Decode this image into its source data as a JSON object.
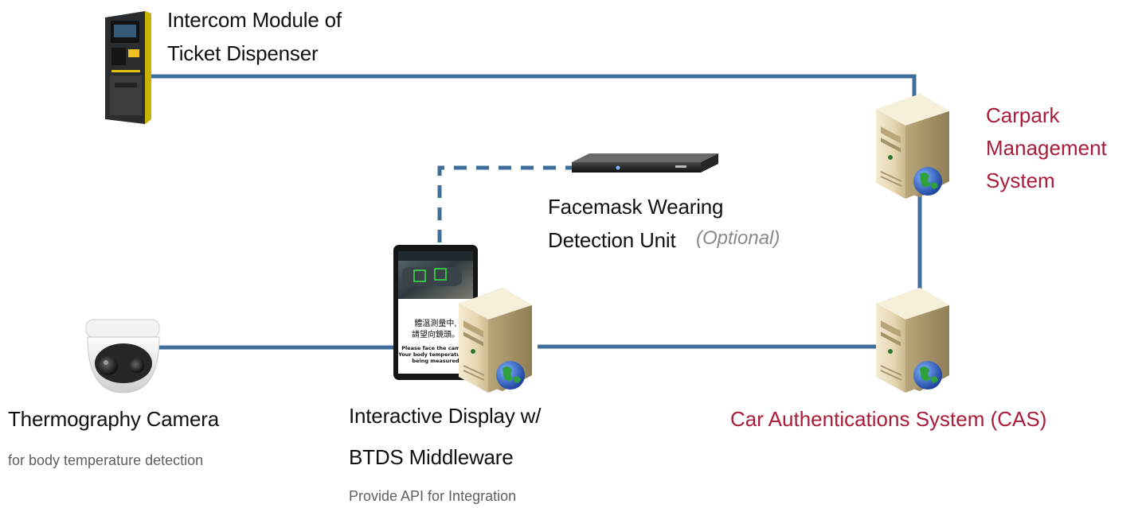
{
  "labels": {
    "intercom_line1": "Intercom Module of",
    "intercom_line2": "Ticket Dispenser",
    "cms_line1": "Carpark",
    "cms_line2": "Management",
    "cms_line3": "System",
    "facemask_line1": "Facemask Wearing",
    "facemask_line2": "Detection Unit",
    "facemask_optional": "(Optional)",
    "thermo_title": "Thermography Camera",
    "thermo_sub": "for body temperature detection",
    "display_line1": "Interactive Display w/",
    "display_line2": "BTDS Middleware",
    "display_sub": "Provide API for Integration",
    "cas": "Car Authentications System (CAS)"
  },
  "screen_text": {
    "chinese_1": "體溫測量中,",
    "chinese_2": "請望向鏡頭。",
    "english_1": "Please face the camera",
    "english_2": "Your body temperature is",
    "english_3": "being measured"
  },
  "colors": {
    "connector": "#3f6e9a",
    "label_dark": "#111111",
    "label_red": "#a81c3a",
    "label_sub": "#606060",
    "label_optional": "#8a8a8a"
  },
  "icons": [
    "ticket-dispenser-icon",
    "server-icon",
    "nvr-icon",
    "tablet-display-icon",
    "dome-camera-icon",
    "globe-icon"
  ]
}
